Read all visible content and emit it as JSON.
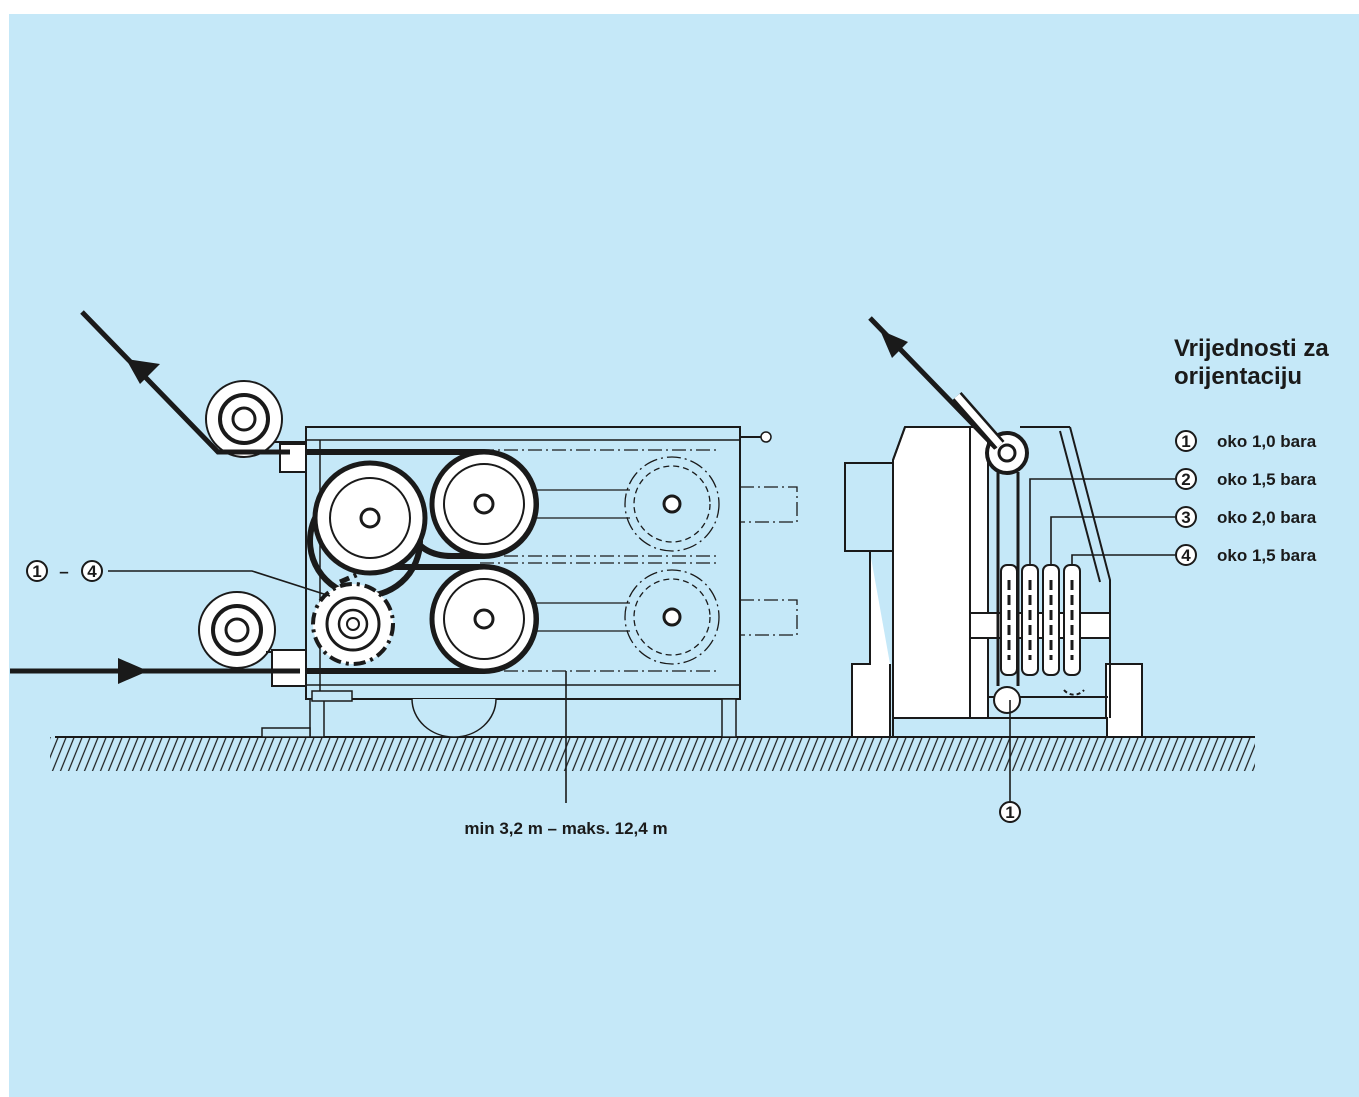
{
  "colors": {
    "background": "#c5e8f8",
    "ink": "#1a1a1a",
    "paper": "#ffffff"
  },
  "legend": {
    "title_line1": "Vrijednosti za",
    "title_line2": "orijentaciju",
    "items": [
      {
        "num": "1",
        "text": "oko 1,0 bara"
      },
      {
        "num": "2",
        "text": "oko 1,5 bara"
      },
      {
        "num": "3",
        "text": "oko 2,0 bara"
      },
      {
        "num": "4",
        "text": "oko 1,5 bara"
      }
    ]
  },
  "callouts": {
    "range_from": "1",
    "range_sep": "–",
    "range_to": "4",
    "bottom_marker": "1",
    "length_label": "min 3,2 m – maks. 12,4 m"
  }
}
